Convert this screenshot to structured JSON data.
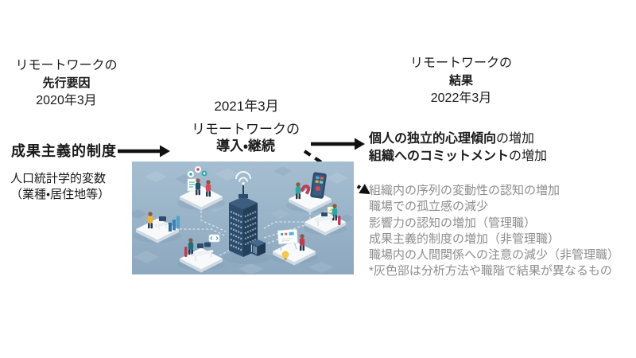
{
  "phases": {
    "antecedent": {
      "label_line1": "リモートワークの",
      "label_line2": "先行要因",
      "date": "2020年3月"
    },
    "adoption": {
      "date": "2021年3月",
      "label_line1": "リモートワークの",
      "label_line2": "導入・継続"
    },
    "outcome": {
      "label_line1": "リモートワークの",
      "label_line2": "結果",
      "date": "2022年3月"
    }
  },
  "antecedents": {
    "main_factor": "成果主義的制度",
    "control_line1": "人口統計学的変数",
    "control_line2": "（業種・居住地等）"
  },
  "outcomes": {
    "significant": [
      {
        "strong": "個人の独立的心理傾向",
        "rest": "の増加"
      },
      {
        "strong": "組織へのコミットメント",
        "rest": "の増加"
      }
    ],
    "mixed": [
      "組織内の序列の変動性の認知の増加",
      "職場での孤立感の減少",
      "影響力の認知の増加（管理職）",
      "成果主義的制度の増加（非管理職）",
      "職場内の人間関係への注意の減少（非管理職）"
    ],
    "footnote": "*灰色部は分析方法や職階で結果が異なるもの"
  },
  "colors": {
    "text": "#1a1a1a",
    "gray_text": "#8e8e8e",
    "illustration_bg": "#9db6ca",
    "building_navy": "#2e4d6c",
    "accent_teal": "#2aa7a0",
    "accent_red": "#d6495a",
    "accent_magenta": "#c13b54",
    "accent_yellow": "#f0b43c"
  }
}
